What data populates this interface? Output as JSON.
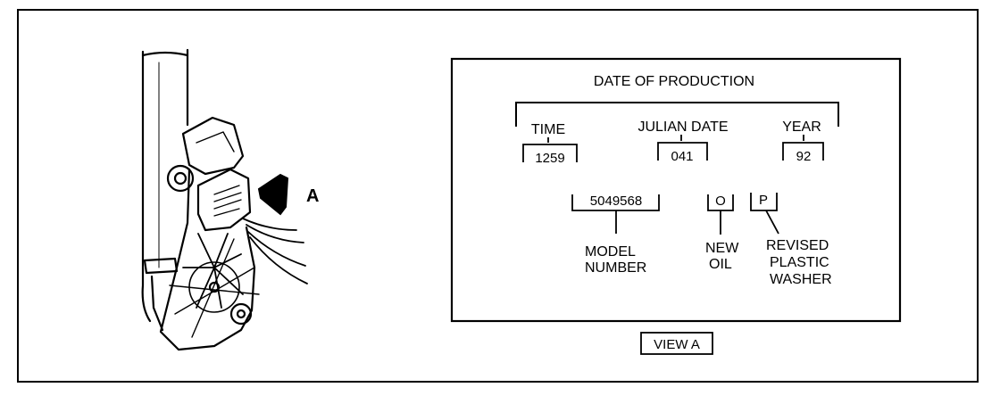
{
  "arrow_label": "A",
  "date_of_production": "DATE OF PRODUCTION",
  "time": {
    "label": "TIME",
    "value": "1259"
  },
  "julian_date": {
    "label": "JULIAN DATE",
    "value": "041"
  },
  "year": {
    "label": "YEAR",
    "value": "92"
  },
  "model": {
    "value": "5049568",
    "line1": "MODEL",
    "line2": "NUMBER"
  },
  "oil": {
    "value": "O",
    "line1": "NEW",
    "line2": "OIL"
  },
  "washer": {
    "value": "P",
    "line1": "REVISED",
    "line2": "PLASTIC",
    "line3": "WASHER"
  },
  "view_label": "VIEW A"
}
